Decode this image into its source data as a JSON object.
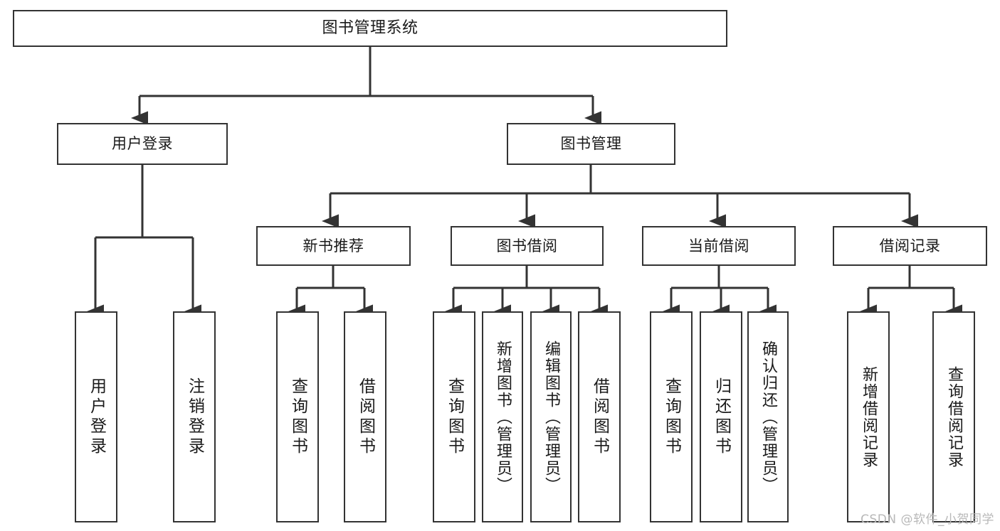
{
  "diagram": {
    "title": "图书管理系统",
    "type": "tree",
    "watermark": "CSDN @软件_小贺同学",
    "colors": {
      "box_border": "#333333",
      "box_fill": "#ffffff",
      "edge": "#333333",
      "text": "#1a1a1a",
      "watermark": "#b8b8b8"
    },
    "levels": {
      "root": [
        "图书管理系统"
      ],
      "level2": [
        "用户登录",
        "图书管理"
      ],
      "level3": [
        "新书推荐",
        "图书借阅",
        "当前借阅",
        "借阅记录"
      ],
      "level4": [
        "用户登录",
        "注销登录",
        "查询图书",
        "借阅图书",
        "查询图书",
        "新增图书（管理员）",
        "编辑图书（管理员）",
        "借阅图书",
        "查询图书",
        "归还图书",
        "确认归还（管理员）",
        "新增借阅记录",
        "查询借阅记录"
      ]
    },
    "nodes": {
      "root": {
        "label": "图书管理系统"
      },
      "user_login": {
        "label": "用户登录"
      },
      "book_manage": {
        "label": "图书管理"
      },
      "new_book_rec": {
        "label": "新书推荐"
      },
      "book_borrow": {
        "label": "图书借阅"
      },
      "current_borrow": {
        "label": "当前借阅"
      },
      "borrow_record": {
        "label": "借阅记录"
      },
      "leaf_user_login": {
        "label": "用户登录"
      },
      "leaf_user_logout": {
        "label": "注销登录"
      },
      "leaf_query_book_1": {
        "label": "查询图书"
      },
      "leaf_borrow_book_1": {
        "label": "借阅图书"
      },
      "leaf_query_book_2": {
        "label": "查询图书"
      },
      "leaf_add_book": {
        "label": "新增图书（管理员）"
      },
      "leaf_edit_book": {
        "label": "编辑图书（管理员）"
      },
      "leaf_borrow_book_2": {
        "label": "借阅图书"
      },
      "leaf_query_book_3": {
        "label": "查询图书"
      },
      "leaf_return_book": {
        "label": "归还图书"
      },
      "leaf_confirm_return": {
        "label": "确认归还（管理员）"
      },
      "leaf_add_record": {
        "label": "新增借阅记录"
      },
      "leaf_query_record": {
        "label": "查询借阅记录"
      }
    }
  }
}
